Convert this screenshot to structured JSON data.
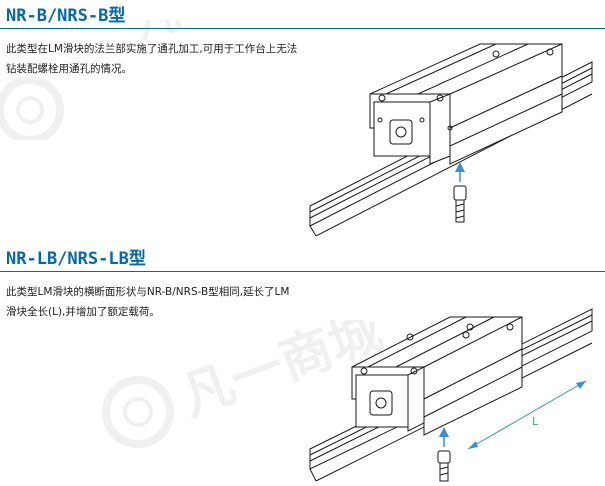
{
  "sections": [
    {
      "title": "NR-B/NRS-B型",
      "description": "此类型在LM滑块的法兰部实施了通孔加工,可用于工作台上无法钻装配螺栓用通孔的情况。"
    },
    {
      "title": "NR-LB/NRS-LB型",
      "description": "此类型LM滑块的横断面形状与NR-B/NRS-B型相同,延长了LM滑块全长(L),并增加了额定载荷。",
      "dimension_label": "L"
    }
  ],
  "watermark": {
    "text": "凡一商城"
  },
  "colors": {
    "title": "#0068b7",
    "rule": "#0068b7",
    "arrow": "#3a8fd0",
    "dimension": "#3a8fd0",
    "line_art": "#1a1a1a"
  }
}
